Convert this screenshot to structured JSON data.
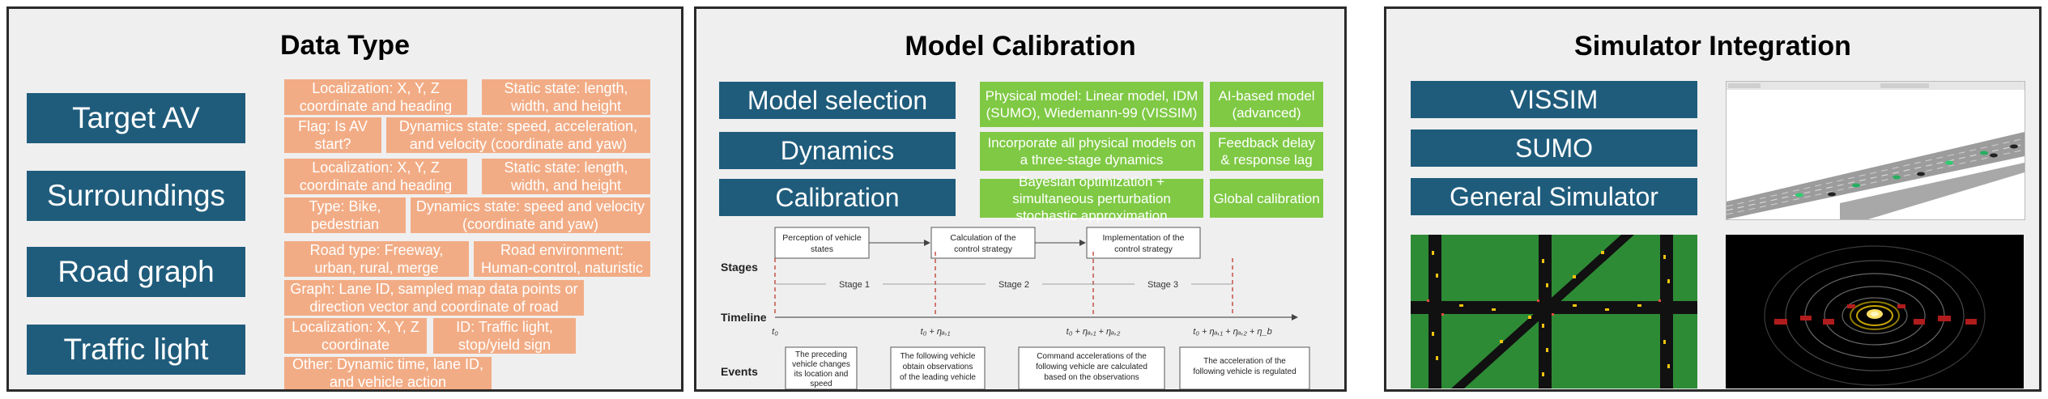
{
  "data_type": {
    "title": "Data Type",
    "categories": [
      {
        "label": "Target AV",
        "items": [
          "Localization: X, Y, Z coordinate and heading",
          "Static state: length, width, and height",
          "Flag: Is AV start?",
          "Dynamics state: speed, acceleration, and velocity (coordinate and yaw)"
        ]
      },
      {
        "label": "Surroundings",
        "items": [
          "Localization: X, Y, Z coordinate and heading",
          "Static state: length, width, and height",
          "Type: Bike, pedestrian",
          "Dynamics state: speed and velocity (coordinate and yaw)"
        ]
      },
      {
        "label": "Road graph",
        "items": [
          "Road type: Freeway, urban, rural, merge",
          "Road environment: Human-control, naturistic",
          "Graph:  Lane ID, sampled map data points or direction vector and coordinate of road"
        ]
      },
      {
        "label": "Traffic light",
        "items": [
          "Localization: X, Y, Z coordinate",
          "ID: Traffic light, stop/yield sign",
          "Other: Dynamic time, lane ID, and vehicle action"
        ]
      }
    ]
  },
  "model_calibration": {
    "title": "Model Calibration",
    "rows": [
      {
        "label": "Model selection",
        "items": [
          "Physical model: Linear model, IDM (SUMO), Wiedemann-99 (VISSIM)",
          "AI-based model (advanced)"
        ]
      },
      {
        "label": "Dynamics",
        "items": [
          "Incorporate all physical models on a three-stage dynamics",
          "Feedback delay & response lag"
        ]
      },
      {
        "label": "Calibration",
        "items": [
          "Bayesian optimization + simultaneous perturbation stochastic approximation",
          "Global calibration"
        ]
      }
    ],
    "timeline": {
      "row_labels": {
        "stages": "Stages",
        "timeline": "Timeline",
        "events": "Events"
      },
      "stage_boxes": [
        [
          "Perception of vehicle",
          "states"
        ],
        [
          "Calculation of the",
          "control strategy"
        ],
        [
          "Implementation of the",
          "control strategy"
        ]
      ],
      "stage_labels": [
        "Stage 1",
        "Stage 2",
        "Stage 3"
      ],
      "ticks": [
        "t₀",
        "t₀ + ηₐ,₁",
        "t₀ + ηₐ,₁ + ηₐ,₂",
        "t₀ + ηₐ,₁ + ηₐ,₂ + η_b"
      ],
      "events": [
        [
          "The preceding",
          "vehicle changes",
          "its location and",
          "speed"
        ],
        [
          "The following vehicle",
          "obtain observations",
          "of the leading vehicle"
        ],
        [
          "Command accelerations of the",
          "following vehicle are calculated",
          "based on the observations"
        ],
        [
          "The acceleration of the",
          "following vehicle is regulated"
        ]
      ]
    }
  },
  "simulator_integration": {
    "title": "Simulator Integration",
    "simulators": [
      "VISSIM",
      "SUMO",
      "General Simulator"
    ]
  },
  "colors": {
    "navy": "#1f5c7c",
    "orange": "#f2ac85",
    "green": "#7fc944",
    "panel": "#efefef"
  }
}
